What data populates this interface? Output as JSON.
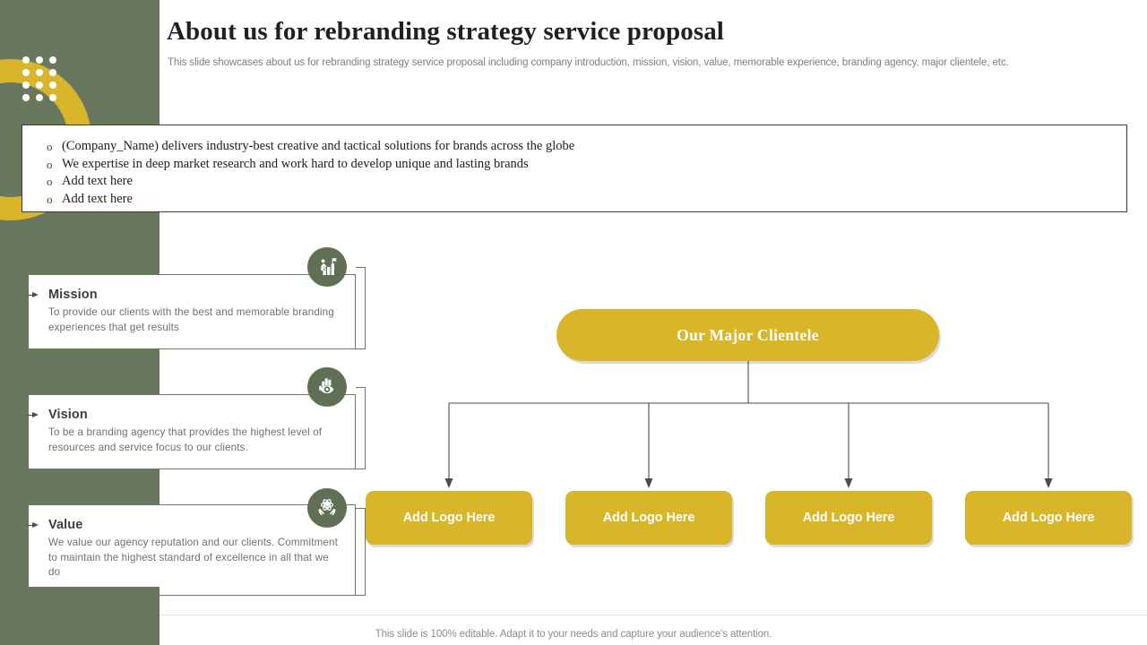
{
  "header": {
    "title": "About us for rebranding strategy service proposal",
    "subtitle": "This slide showcases about us for rebranding strategy service proposal including company introduction, mission, vision, value, memorable experience, branding agency, major clientele, etc."
  },
  "intro_box": {
    "bullets": [
      "(Company_Name)  delivers  industry-best  creative  and tactical  solutions  for  brands  across  the globe",
      "We expertise  in  deep market  research  and work hard to develop  unique  and lasting  brands",
      "Add text  here",
      "Add text  here"
    ]
  },
  "cards": [
    {
      "id": "mission",
      "title": "Mission",
      "body": "To provide  our clients with the best and  memorable branding  experiences  that get results",
      "icon": "growth-chart-icon"
    },
    {
      "id": "vision",
      "title": "Vision",
      "body": "To be a branding  agency that provides  the highest level of resources  and service  focus to our clients.",
      "icon": "eye-in-hand-icon"
    },
    {
      "id": "value",
      "title": "Value",
      "body": "We value  our agency reputation  and our clients. Commitment  to maintain  the highest  standard  of excellence  in all that we do",
      "icon": "hands-atom-icon"
    }
  ],
  "clientele": {
    "heading": "Our Major Clientele",
    "logos": [
      {
        "label": "Add Logo Here"
      },
      {
        "label": "Add Logo Here"
      },
      {
        "label": "Add Logo Here"
      },
      {
        "label": "Add Logo Here"
      }
    ]
  },
  "footer": {
    "note": "This slide is 100% editable. Adapt it to your needs and capture your audience's attention."
  },
  "colors": {
    "green": "#67785e",
    "gold": "#d9b52a",
    "icon_green": "#5f7055",
    "title_text": "#221f1f",
    "body_text": "#6f6f6f",
    "connector": "#4d4d4d"
  }
}
